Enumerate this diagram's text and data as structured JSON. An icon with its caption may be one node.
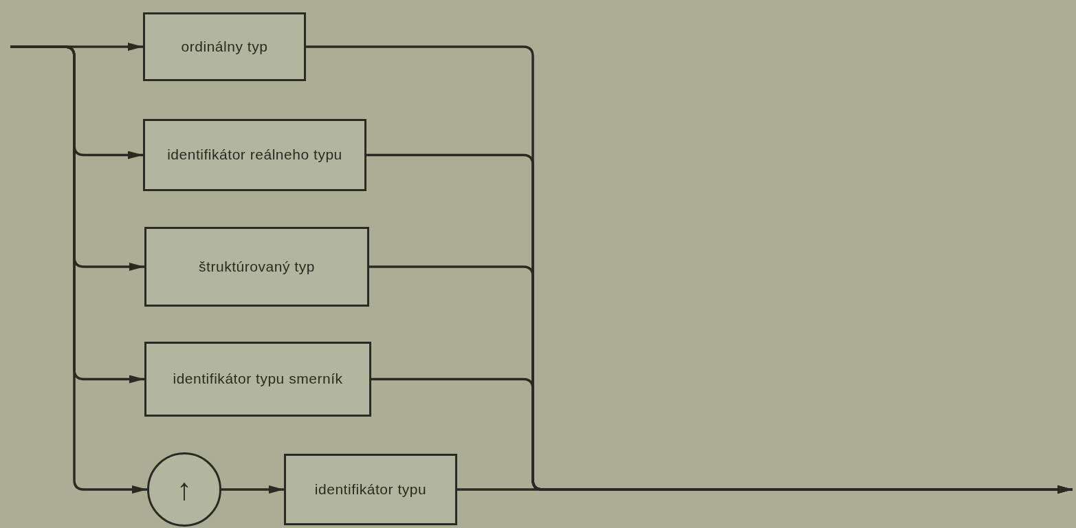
{
  "diagram": {
    "nodes": [
      {
        "text": [
          "ordinálny typ"
        ]
      },
      {
        "text": [
          "identifikátor reálneho typu"
        ]
      },
      {
        "text": [
          "štruktúrovaný typ"
        ]
      },
      {
        "text": [
          "identifikátor typu smerník"
        ]
      },
      {
        "text": [
          "↑"
        ]
      },
      {
        "text": [
          "identifikátor typu"
        ]
      }
    ],
    "edges": [
      {
        "from": null,
        "to": 0,
        "arrow": "to"
      },
      {
        "from": null,
        "to": 1,
        "arrow": "to"
      },
      {
        "from": null,
        "to": 2,
        "arrow": "to"
      },
      {
        "from": null,
        "to": 3,
        "arrow": "to"
      },
      {
        "from": null,
        "to": 4,
        "arrow": "to"
      },
      {
        "from": 4,
        "to": 5,
        "arrow": "to"
      },
      {
        "from": 0,
        "to": null,
        "arrow": "to"
      },
      {
        "from": 1,
        "to": null,
        "arrow": "to"
      },
      {
        "from": 2,
        "to": null,
        "arrow": "to"
      },
      {
        "from": 3,
        "to": null,
        "arrow": "to"
      },
      {
        "from": 5,
        "to": null,
        "arrow": "to"
      }
    ]
  }
}
